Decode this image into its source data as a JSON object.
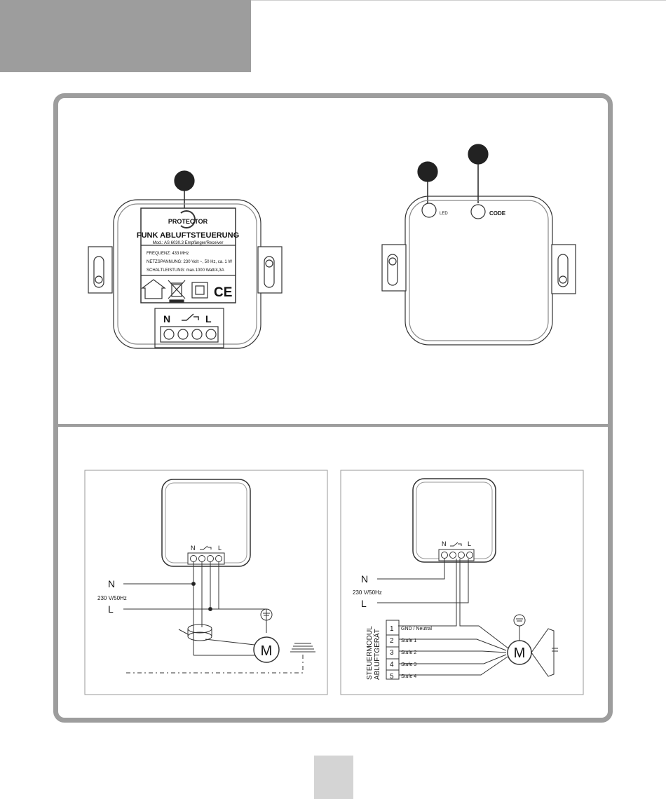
{
  "front_unit": {
    "label": {
      "brand": "PROTECTOR",
      "title": "FUNK ABLUFTSTEUERUNG",
      "model": "Mod.: AS 6030.3 Empfänger/Receiver",
      "frequency": "FREQUENZ: 433 MHz",
      "power_supply": "NETZSPANNUNG: 230 Volt ~, 50 Hz, ca. 1 W",
      "switching_power": "SCHALTLEISTUNG: max.1000 Watt/4,3A"
    },
    "terminals": {
      "n": "N",
      "l": "L"
    }
  },
  "back_unit": {
    "led_label": "LED",
    "code_label": "CODE"
  },
  "wiring_left": {
    "terminal_n": "N",
    "terminal_l": "L",
    "line_n": "N",
    "line_l": "L",
    "voltage": "230 V/50Hz",
    "motor": "M"
  },
  "wiring_right": {
    "terminal_n": "N",
    "terminal_l": "L",
    "line_n": "N",
    "line_l": "L",
    "voltage": "230 V/50Hz",
    "motor": "M",
    "module_label_1": "STEUERMODUL",
    "module_label_2": "ABLUFTGERÄT",
    "terminals": [
      {
        "num": "1",
        "label": "GND / Neutral"
      },
      {
        "num": "2",
        "label": "Stufe 1"
      },
      {
        "num": "3",
        "label": "Stufe 2"
      },
      {
        "num": "4",
        "label": "Stufe 3"
      },
      {
        "num": "5",
        "label": "Stufe 4"
      }
    ]
  }
}
